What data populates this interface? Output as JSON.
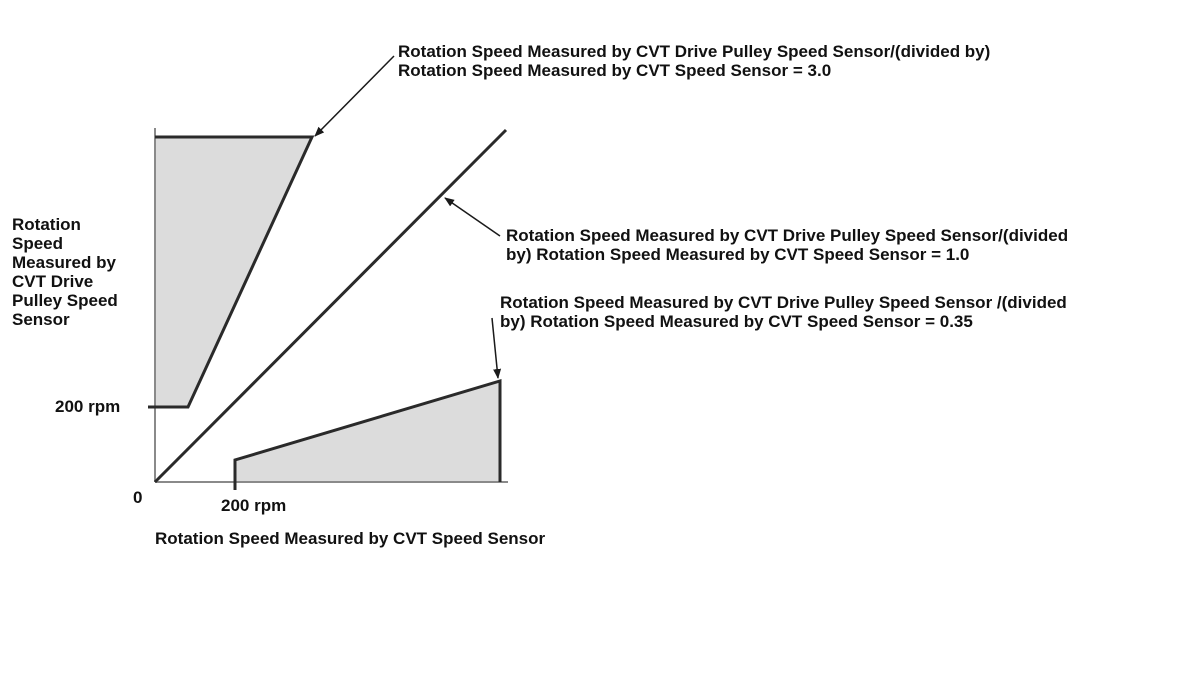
{
  "diagram": {
    "y_axis_title": "Rotation\n Speed\nMeasured by\nCVT Drive\nPulley Speed\nSensor",
    "x_axis_title": "Rotation Speed Measured by CVT Speed Sensor",
    "y_tick_label": "200 rpm",
    "x_tick_label": "200 rpm",
    "origin_label": "0",
    "annotations": {
      "ratio_3": "Rotation Speed Measured by CVT Drive Pulley Speed Sensor/(divided by)\nRotation Speed Measured by CVT Speed Sensor = 3.0",
      "ratio_1": "Rotation Speed Measured by CVT Drive Pulley Speed Sensor/(divided\nby) Rotation Speed Measured by CVT Speed Sensor = 1.0",
      "ratio_035": "Rotation Speed Measured by CVT Drive Pulley Speed Sensor /(divided\nby) Rotation Speed Measured by CVT Speed Sensor = 0.35"
    },
    "colors": {
      "line": "#2a2a2a",
      "axis": "#8a8a8a",
      "region_fill": "#dcdcdc"
    }
  }
}
